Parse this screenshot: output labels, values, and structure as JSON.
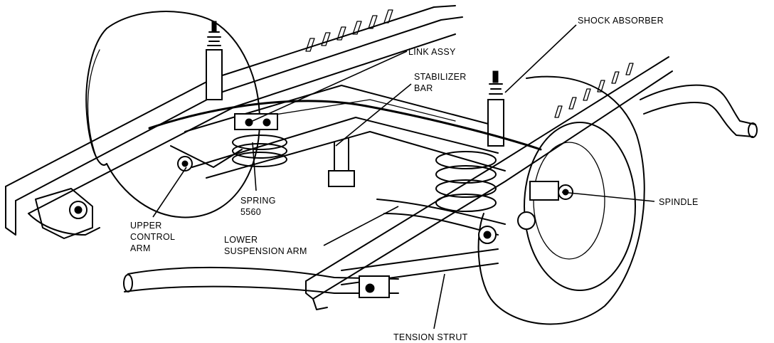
{
  "labels": {
    "shock_absorber": "SHOCK ABSORBER",
    "link_assy": "LINK ASSY",
    "stabilizer_bar_line1": "STABILIZER",
    "stabilizer_bar_line2": "BAR",
    "spring_line1": "SPRING",
    "spring_line2": "5560",
    "upper_control_arm_line1": "UPPER",
    "upper_control_arm_line2": "CONTROL",
    "upper_control_arm_line3": "ARM",
    "lower_suspension_arm_line1": "LOWER",
    "lower_suspension_arm_line2": "SUSPENSION ARM",
    "spindle": "SPINDLE",
    "tension_strut": "TENSION STRUT"
  },
  "colors": {
    "ink": "#000000",
    "paper": "#ffffff"
  }
}
